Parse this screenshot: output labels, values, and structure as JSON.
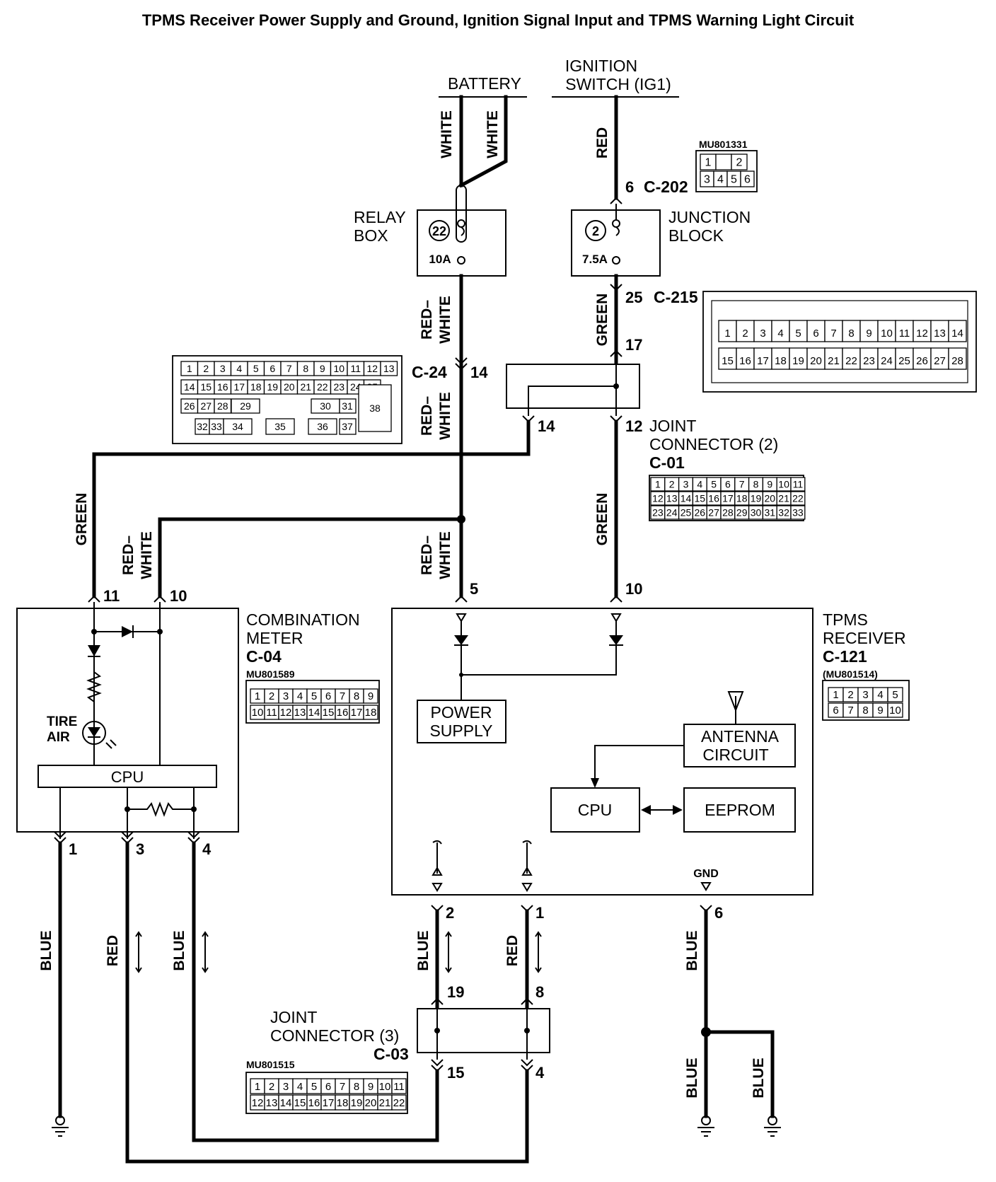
{
  "title": "TPMS Receiver Power Supply and Ground, Ignition Signal Input and TPMS Warning Light Circuit",
  "sources": {
    "battery": "BATTERY",
    "ignition_line1": "IGNITION",
    "ignition_line2": "SWITCH (IG1)"
  },
  "relay_box": {
    "label_line1": "RELAY",
    "label_line2": "BOX",
    "fuse_no": "22",
    "rating": "10A"
  },
  "junction_block": {
    "label_line1": "JUNCTION",
    "label_line2": "BLOCK",
    "fuse_no": "2",
    "rating": "7.5A"
  },
  "wires": {
    "white_a": "WHITE",
    "white_b": "WHITE",
    "red_ign": "RED",
    "red_white_a": "RED–",
    "red_white_a2": "WHITE",
    "red_white_b": "RED–",
    "red_white_b2": "WHITE",
    "red_white_c": "RED–",
    "red_white_c2": "WHITE",
    "red_white_d": "RED–",
    "red_white_d2": "WHITE",
    "green_a": "GREEN",
    "green_b": "GREEN",
    "green_c": "GREEN",
    "blue_1": "BLUE",
    "red_3": "RED",
    "blue_4": "BLUE",
    "blue_2": "BLUE",
    "red_1": "RED",
    "blue_6": "BLUE",
    "blue_g1": "BLUE",
    "blue_g2": "BLUE"
  },
  "connectors": {
    "c202": {
      "id": "C-202",
      "part": "MU801331",
      "pin": "6"
    },
    "c215": {
      "id": "C-215",
      "pin_in": "25",
      "pin_out": "17"
    },
    "c24": {
      "id": "C-24",
      "pin": "14"
    },
    "c01": {
      "label_line1": "JOINT",
      "label_line2": "CONNECTOR (2)",
      "id": "C-01",
      "pin_a": "14",
      "pin_b": "12"
    },
    "c04": {
      "label_line1": "COMBINATION",
      "label_line2": "METER",
      "id": "C-04",
      "part": "MU801589",
      "pin_11": "11",
      "pin_10": "10",
      "pin_1": "1",
      "pin_3": "3",
      "pin_4": "4"
    },
    "c121": {
      "label_line1": "TPMS",
      "label_line2": "RECEIVER",
      "id": "C-121",
      "part": "(MU801514)",
      "pin_5": "5",
      "pin_10": "10",
      "pin_2": "2",
      "pin_1": "1",
      "pin_6": "6"
    },
    "c03": {
      "label_line1": "JOINT",
      "label_line2": "CONNECTOR (3)",
      "id": "C-03",
      "part": "MU801515",
      "pin_19": "19",
      "pin_8": "8",
      "pin_15": "15",
      "pin_4": "4"
    }
  },
  "meter": {
    "tire_line1": "TIRE",
    "tire_line2": "AIR",
    "cpu": "CPU"
  },
  "receiver": {
    "power_line1": "POWER",
    "power_line2": "SUPPLY",
    "antenna_line1": "ANTENNA",
    "antenna_line2": "CIRCUIT",
    "cpu": "CPU",
    "eeprom": "EEPROM",
    "gnd": "GND"
  },
  "cavities": {
    "c202_top": [
      "1",
      "",
      "2"
    ],
    "c202_bot": [
      "3",
      "4",
      "5",
      "6"
    ],
    "c215_top": [
      "1",
      "2",
      "3",
      "4",
      "5",
      "6",
      "7",
      "8",
      "9",
      "10",
      "11",
      "12",
      "13",
      "14"
    ],
    "c215_bot": [
      "15",
      "16",
      "17",
      "18",
      "19",
      "20",
      "21",
      "22",
      "23",
      "24",
      "25",
      "26",
      "27",
      "28"
    ],
    "c24_r1": [
      "1",
      "2",
      "3",
      "4",
      "5",
      "6",
      "7",
      "8",
      "9",
      "10",
      "11",
      "12",
      "13"
    ],
    "c24_r2": [
      "14",
      "15",
      "16",
      "17",
      "18",
      "19",
      "20",
      "21",
      "22",
      "23",
      "24",
      "25"
    ],
    "c24_r3": [
      "26",
      "27",
      "28",
      "29",
      "30",
      "31",
      "38"
    ],
    "c24_r4": [
      "32",
      "33",
      "34",
      "35",
      "36",
      "37"
    ],
    "c01_r1": [
      "1",
      "2",
      "3",
      "4",
      "5",
      "6",
      "7",
      "8",
      "9",
      "10",
      "11"
    ],
    "c01_r2": [
      "12",
      "13",
      "14",
      "15",
      "16",
      "17",
      "18",
      "19",
      "20",
      "21",
      "22"
    ],
    "c01_r3": [
      "23",
      "24",
      "25",
      "26",
      "27",
      "28",
      "29",
      "30",
      "31",
      "32",
      "33"
    ],
    "c04_r1": [
      "1",
      "2",
      "3",
      "4",
      "5",
      "6",
      "7",
      "8",
      "9"
    ],
    "c04_r2": [
      "10",
      "11",
      "12",
      "13",
      "14",
      "15",
      "16",
      "17",
      "18"
    ],
    "c121_r1": [
      "1",
      "2",
      "3",
      "4",
      "5"
    ],
    "c121_r2": [
      "6",
      "7",
      "8",
      "9",
      "10"
    ],
    "c03_r1": [
      "1",
      "2",
      "3",
      "4",
      "5",
      "6",
      "7",
      "8",
      "9",
      "10",
      "11"
    ],
    "c03_r2": [
      "12",
      "13",
      "14",
      "15",
      "16",
      "17",
      "18",
      "19",
      "20",
      "21",
      "22"
    ]
  }
}
